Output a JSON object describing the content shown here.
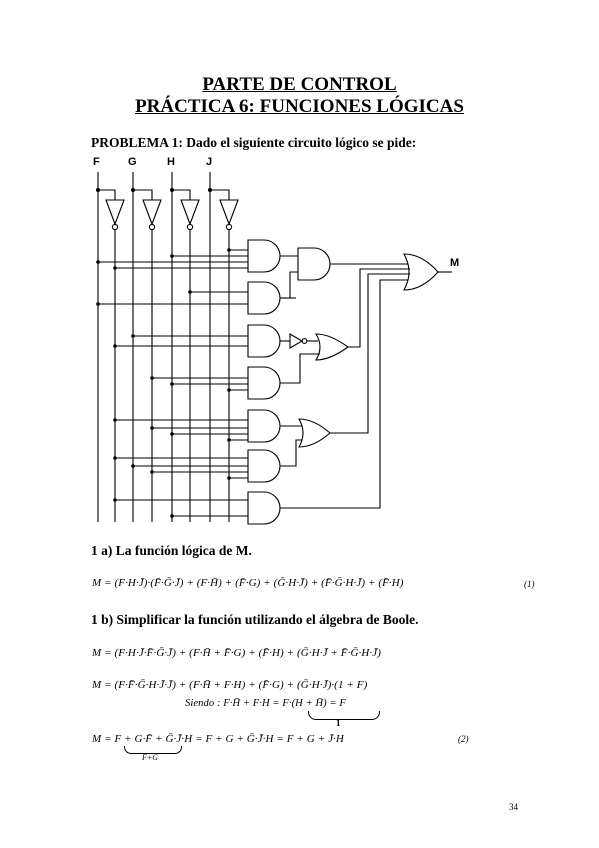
{
  "title_line1": "PARTE DE CONTROL",
  "title_line2": "PRÁCTICA 6: FUNCIONES LÓGICAS",
  "problem": "PROBLEMA 1: Dado el siguiente circuito lógico se pide:",
  "circuit": {
    "inputs": [
      "F",
      "G",
      "H",
      "J"
    ],
    "output": "M"
  },
  "section_1a": "1 a) La función lógica de M.",
  "equation1": "M = (F·H·J̄)·(F̄·Ḡ·J̄) + (F·H̄) + (F̄·G) + (Ḡ·H·J̄) + (F̄·Ḡ·H·J̄) + (F̄·H)",
  "equation1_number": "(1)",
  "section_1b": "1 b) Simplificar la función utilizando el álgebra de Boole.",
  "equation2": "M = (F·H·J̄·F̄·Ḡ·J̄) + (F·H̄ + F̄·G) + (F̄·H) + (Ḡ·H·J̄ + F̄·Ḡ·H·J̄)",
  "equation3": "M = (F·F̄·Ḡ·H·J̄·J̄) + (F·H̄ + F·H) + (F̄·G) + (Ḡ·H·J̄)·(1 + F)",
  "siendo": "Siendo : F·H̄ + F·H = F·(H + H̄) = F",
  "under_one": "1",
  "equation4": "M = F + G·F̄ + Ḡ·J̄·H = F + G + Ḡ·J̄·H = F + G + J̄·H",
  "equation4_number": "(2)",
  "under_fg": "F+G",
  "page_number": "34"
}
